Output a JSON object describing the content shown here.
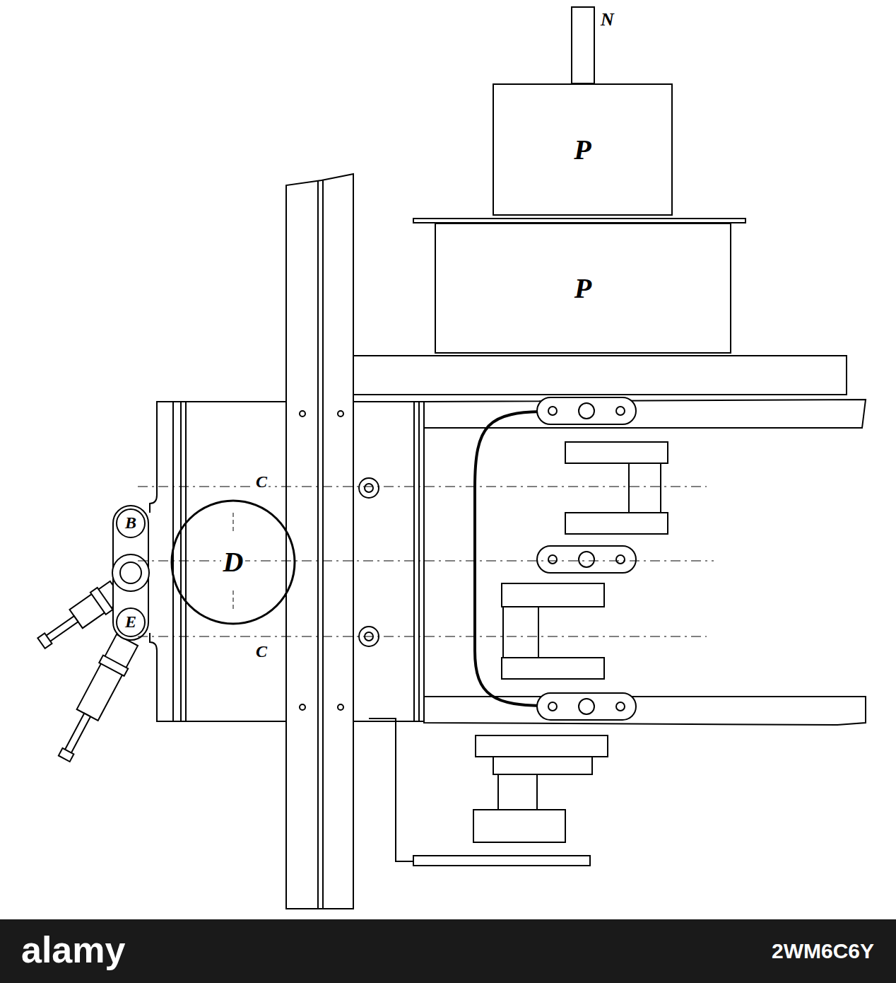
{
  "diagram": {
    "nodes": [
      {
        "text": [
          "P"
        ]
      },
      {
        "text": [
          "P"
        ]
      },
      {
        "text": [
          "D"
        ]
      }
    ],
    "labels": [
      "N",
      "C",
      "B",
      "E",
      "C",
      "alamy",
      "2WM6C6Y"
    ]
  }
}
